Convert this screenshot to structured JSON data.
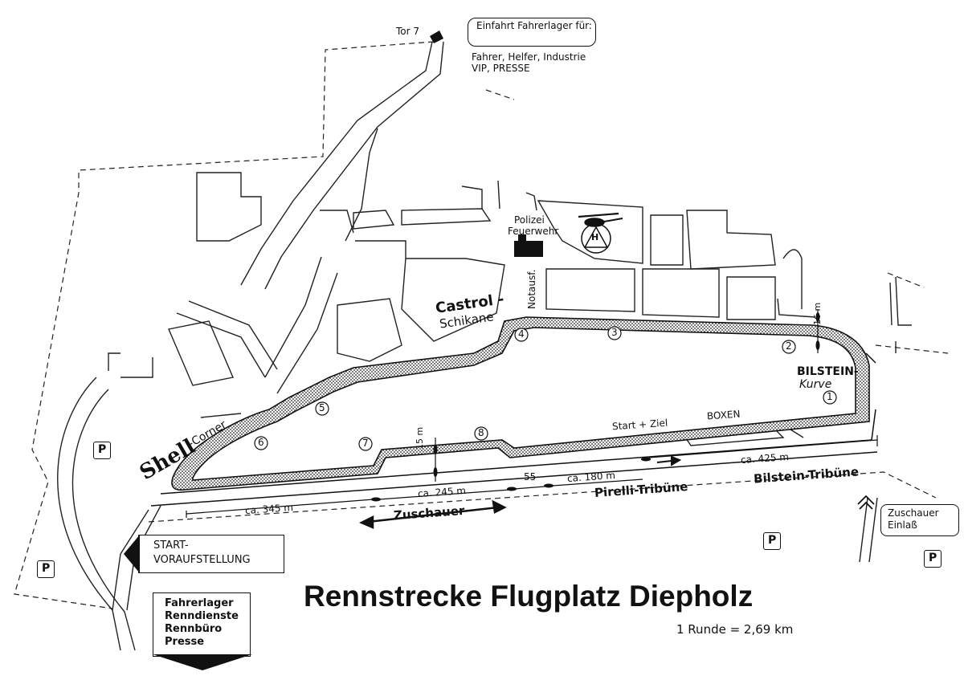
{
  "title": "Rennstrecke Flugplatz Diepholz",
  "subtitle": "1 Runde  =  2,69 km",
  "gate": "Tor 7",
  "entry": {
    "heading": "Einfahrt Fahrerlager für:",
    "line1": "Fahrer, Helfer, Industrie",
    "line2": "VIP, PRESSE"
  },
  "places": {
    "polizei": "Polizei",
    "feuerwehr": "Feuerwehr",
    "notausfahrt": "Notausf.",
    "castrol_1": "Castrol -",
    "castrol_2": "Schikane",
    "bilstein_1": "BILSTEIN-",
    "bilstein_2": "Kurve",
    "shell_1": "Shell",
    "shell_2": "-Corner",
    "start_ziel": "Start + Ziel",
    "boxen": "BOXEN",
    "pirelli": "Pirelli-Tribüne",
    "bilstein_tribune": "Bilstein-Tribüne",
    "zuschauer": "Zuschauer",
    "zuschauer_einlass_1": "Zuschauer",
    "zuschauer_einlass_2": "Einlaß",
    "start_box_1": "START-",
    "start_box_2": "VORAUFSTELLUNG",
    "paddock_box": [
      "Fahrerlager",
      "Renndienste",
      "Rennbüro",
      "Presse"
    ]
  },
  "heli_letter": "H",
  "parking_label": "P",
  "corners": [
    "1",
    "2",
    "3",
    "4",
    "5",
    "6",
    "7",
    "8"
  ],
  "distances": {
    "d345": "ca. 345 m",
    "d245": "ca. 245 m",
    "d55": "55",
    "d180": "ca. 180 m",
    "d425": "ca. 425 m",
    "w15": "15 m",
    "w16": "16 m"
  }
}
